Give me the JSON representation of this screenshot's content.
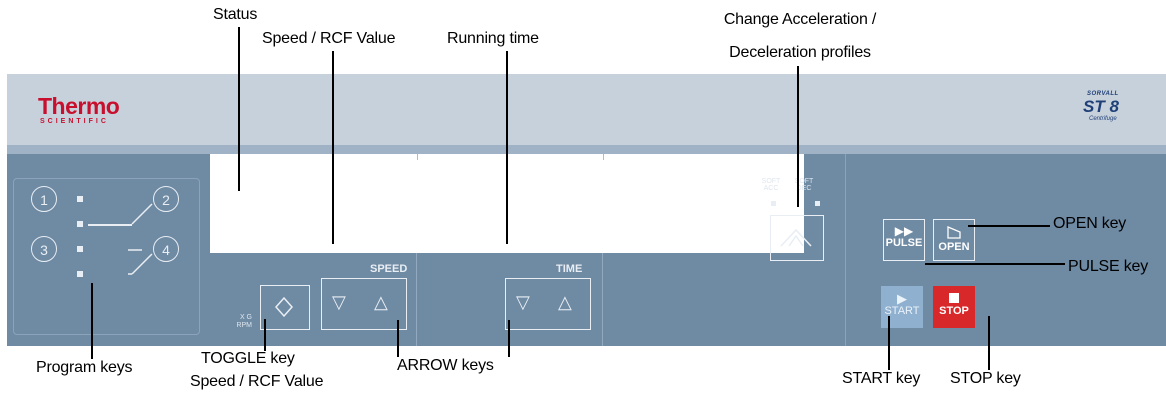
{
  "brand": {
    "name": "Thermo",
    "sub": "SCIENTIFIC"
  },
  "model": {
    "maker": "SORVALL",
    "name": "ST 8",
    "type": "Centrifuge"
  },
  "program_keys": [
    "1",
    "2",
    "3",
    "4"
  ],
  "sections": {
    "speed": "SPEED",
    "time": "TIME"
  },
  "toggle_units": {
    "xg": "X G",
    "rpm": "RPM"
  },
  "soft_labels": {
    "acc": "SOFT ACC",
    "dec": "SOFT DEC"
  },
  "buttons": {
    "pulse": "PULSE",
    "open": "OPEN",
    "start": "START",
    "stop": "STOP"
  },
  "callouts": {
    "status": "Status",
    "speed_rcf": "Speed / RCF Value",
    "running_time": "Running time",
    "change_profiles_1": "Change Acceleration /",
    "change_profiles_2": "Deceleration profiles",
    "open_key": "OPEN key",
    "pulse_key": "PULSE key",
    "program_keys": "Program keys",
    "toggle_key_1": "TOGGLE key",
    "toggle_key_2": "Speed / RCF Value",
    "arrow_keys": "ARROW keys",
    "start_key": "START key",
    "stop_key": "STOP key"
  },
  "colors": {
    "panel": "#6f8aa3",
    "brand_red": "#c8102e",
    "stop_red": "#d8282a",
    "start_blue": "#8fb0cf"
  }
}
